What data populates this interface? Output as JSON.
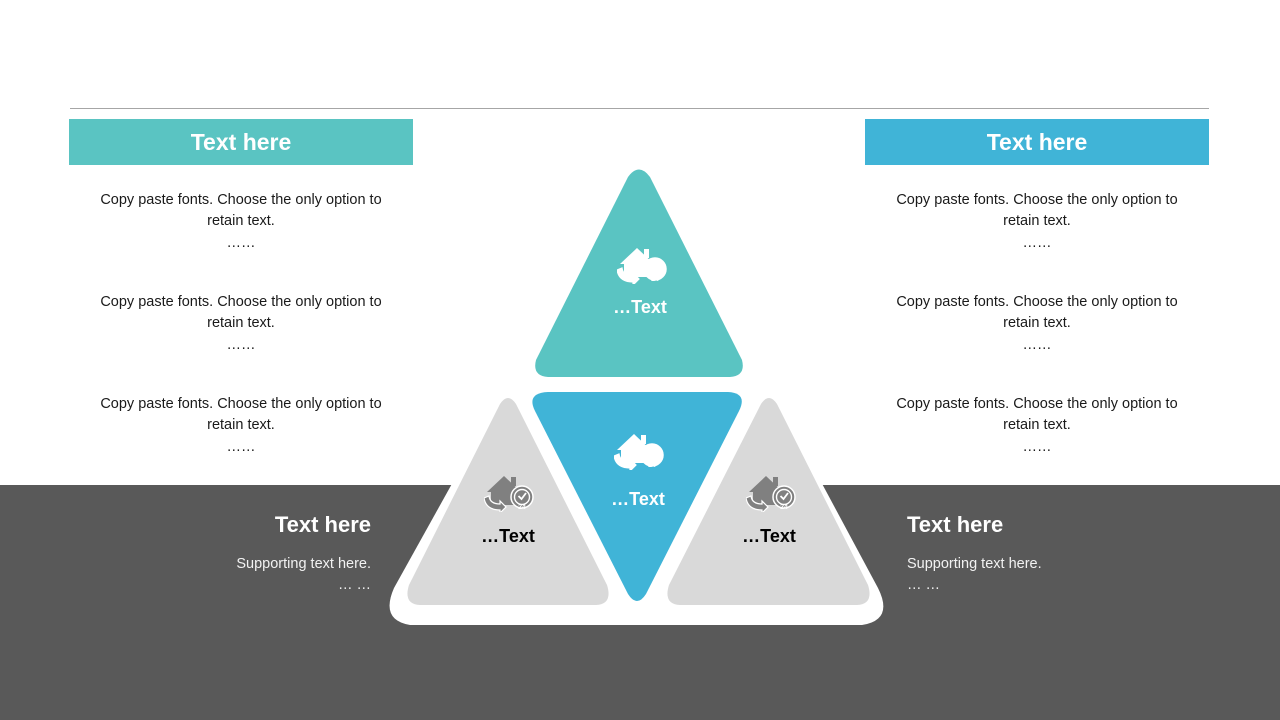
{
  "left": {
    "header": "Text here",
    "items": [
      {
        "text": "Copy paste fonts. Choose the only option to retain text.",
        "dots": "……"
      },
      {
        "text": "Copy paste fonts. Choose the only option to retain text.",
        "dots": "……"
      },
      {
        "text": "Copy paste fonts. Choose the only option to retain text.",
        "dots": "……"
      }
    ]
  },
  "right": {
    "header": "Text here",
    "items": [
      {
        "text": "Copy paste fonts. Choose the only option to retain text.",
        "dots": "……"
      },
      {
        "text": "Copy paste fonts. Choose the only option to retain text.",
        "dots": "……"
      },
      {
        "text": "Copy paste fonts. Choose the only option to retain text.",
        "dots": "……"
      }
    ]
  },
  "band": {
    "left_title": "Text here",
    "left_sub": "Supporting text here.",
    "left_dots": "… …",
    "right_title": "Text here",
    "right_sub": "Supporting text here.",
    "right_dots": "… …"
  },
  "triangles": {
    "top_label": "…Text",
    "center_label": "…Text",
    "left_label": "…Text",
    "right_label": "…Text",
    "icon": "home-delivery-24h-icon"
  },
  "colors": {
    "teal": "#5ac4c2",
    "blue": "#40b4d7",
    "gray_triangle": "#d9d9d9",
    "band": "#595959",
    "icon_gray": "#808080"
  }
}
